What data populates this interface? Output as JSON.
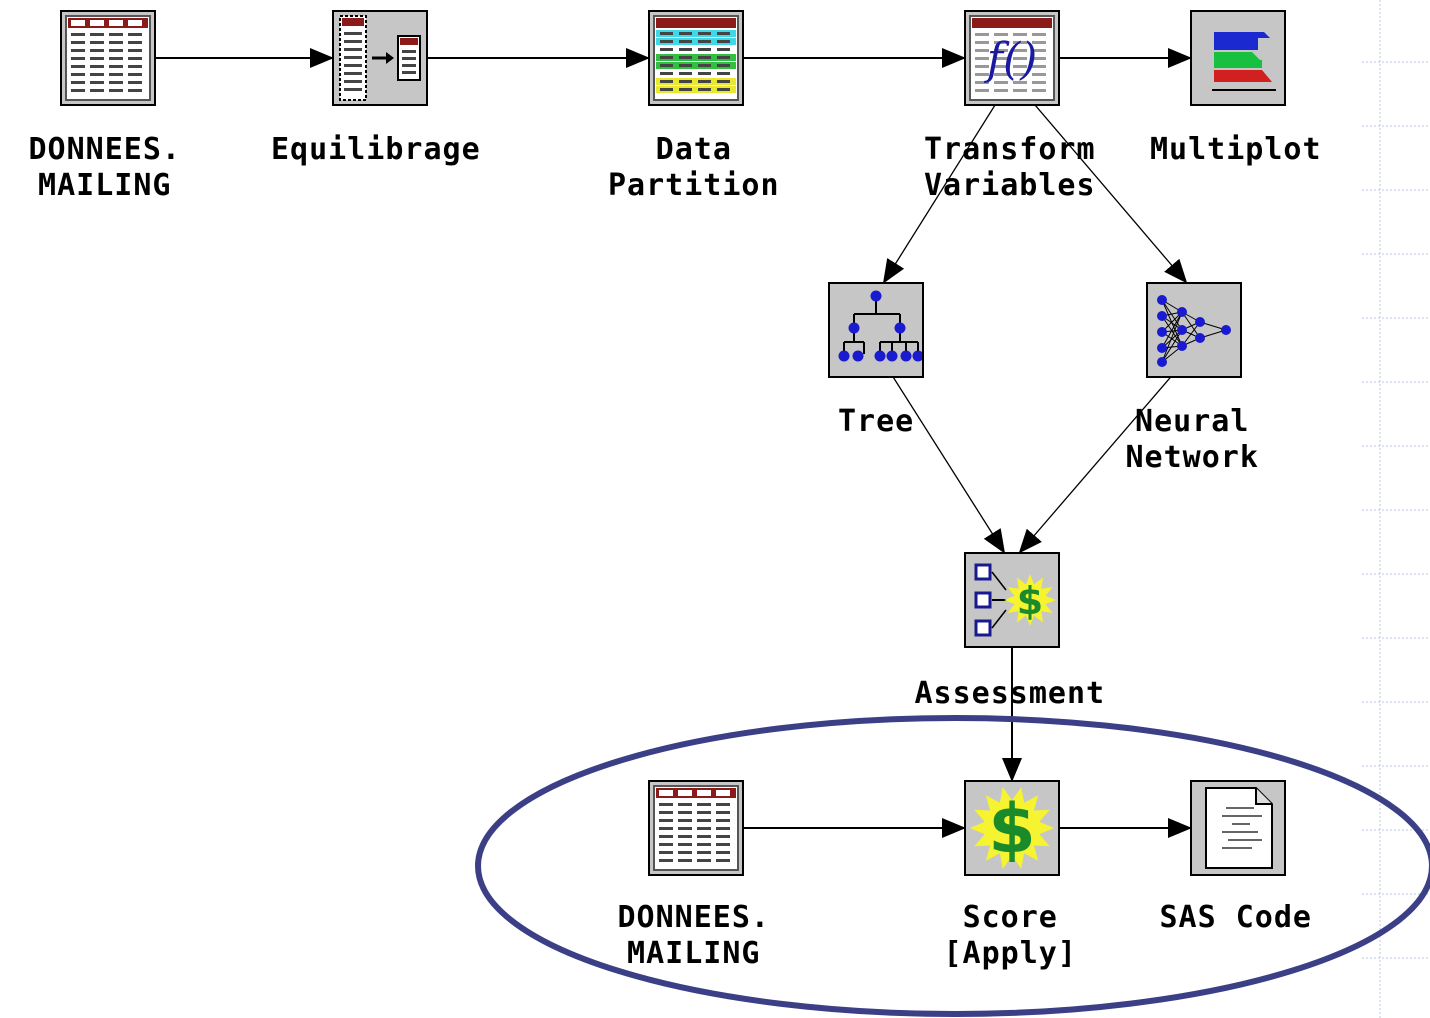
{
  "diagram": {
    "nodes": [
      {
        "id": "donnees-top",
        "icon": "data-table-icon",
        "label": [
          "DONNEES.",
          "MAILING"
        ]
      },
      {
        "id": "equilibrage",
        "icon": "sampling-icon",
        "label": [
          "Equilibrage"
        ]
      },
      {
        "id": "data-partition",
        "icon": "data-partition-icon",
        "label": [
          "Data",
          "Partition"
        ]
      },
      {
        "id": "transform",
        "icon": "function-icon",
        "label": [
          "Transform",
          "Variables"
        ]
      },
      {
        "id": "multiplot",
        "icon": "bar-chart-icon",
        "label": [
          "Multiplot"
        ]
      },
      {
        "id": "tree",
        "icon": "decision-tree-icon",
        "label": [
          "Tree"
        ]
      },
      {
        "id": "neural",
        "icon": "neural-network-icon",
        "label": [
          "Neural",
          "Network"
        ]
      },
      {
        "id": "assessment",
        "icon": "assessment-icon",
        "label": [
          "Assessment"
        ]
      },
      {
        "id": "donnees-bottom",
        "icon": "data-table-icon",
        "label": [
          "DONNEES.",
          "MAILING"
        ]
      },
      {
        "id": "score",
        "icon": "dollar-icon",
        "label": [
          "Score",
          "[Apply]"
        ]
      },
      {
        "id": "sas-code",
        "icon": "document-icon",
        "label": [
          "SAS Code"
        ]
      }
    ],
    "edges": [
      [
        "donnees-top",
        "equilibrage"
      ],
      [
        "equilibrage",
        "data-partition"
      ],
      [
        "data-partition",
        "transform"
      ],
      [
        "transform",
        "multiplot"
      ],
      [
        "transform",
        "tree"
      ],
      [
        "transform",
        "neural"
      ],
      [
        "tree",
        "assessment"
      ],
      [
        "neural",
        "assessment"
      ],
      [
        "assessment",
        "score"
      ],
      [
        "donnees-bottom",
        "score"
      ],
      [
        "score",
        "sas-code"
      ]
    ],
    "highlight": {
      "shape": "ellipse",
      "color": "#3b3f86"
    },
    "grid_color": "#b8c8e8"
  }
}
